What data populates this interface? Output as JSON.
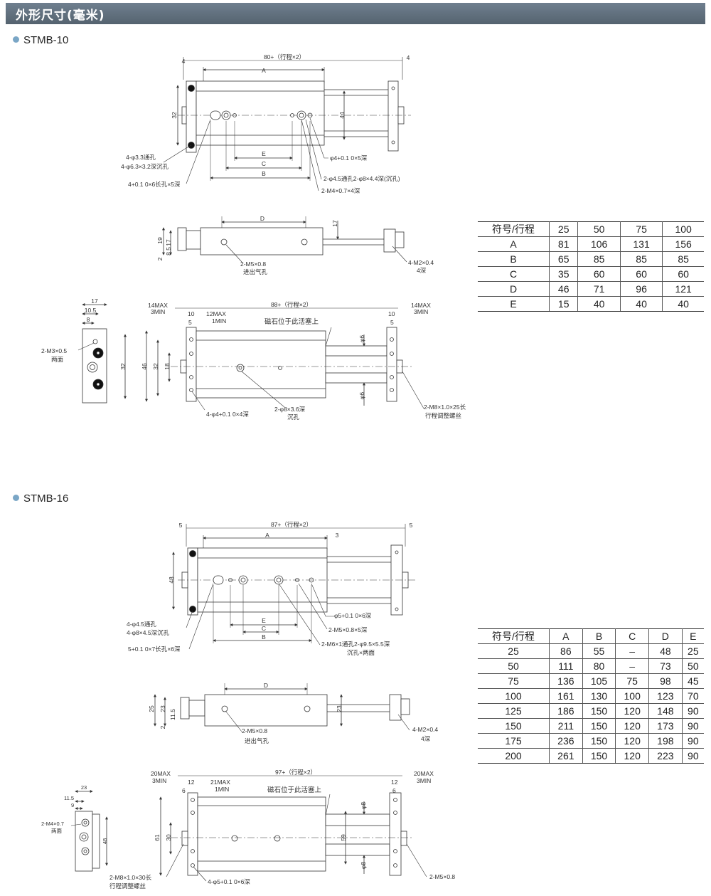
{
  "header": {
    "title": "外形尺寸(毫米)"
  },
  "stmb10": {
    "name": "STMB-10",
    "view1": {
      "dim_total": "80+（行程×2）",
      "dim_left": "4",
      "dim_right": "4",
      "dim_a": "A",
      "dim_32": "32",
      "dim_44": "44",
      "dim_e": "E",
      "dim_c": "C",
      "dim_b": "B",
      "note_hole1": "4-φ3.3通孔",
      "note_hole2": "4-φ6.3×3.2深沉孔",
      "note_slot": "4+0.1 0×6长孔×5深",
      "note_pin": "φ4+0.1 0×5深",
      "note_thru": "2-φ4.5通孔2-φ8×4.4深(沉孔)",
      "note_m4": "2-M4×0.7×4深"
    },
    "view2": {
      "dim_d": "D",
      "dim_17": "17",
      "dim_19": "19",
      "dim_17b": "17",
      "dim_85": "8.5",
      "dim_2": "2",
      "note_port": "2-M5×0.8",
      "note_port2": "进出气孔",
      "note_m2": "4-M2×0.4",
      "note_m2b": "4深"
    },
    "view3": {
      "dim_total": "88+（行程×2）",
      "dim_14max_l": "14MAX",
      "dim_3min_l": "3MIN",
      "dim_10l": "10",
      "dim_12max": "12MAX",
      "dim_1min": "1MIN",
      "dim_5l": "5",
      "dim_10r": "10",
      "dim_5r": "5",
      "dim_14max_r": "14MAX",
      "dim_3min_r": "3MIN",
      "dim_46": "46",
      "dim_32": "32",
      "dim_18": "18",
      "dim_phi6a": "φ6",
      "dim_phi6b": "φ6",
      "note_magnet": "磁石位于此活塞上",
      "note_pin": "4-φ4+0.1 0×4深",
      "note_cb": "2-φ8×3.6深",
      "note_cb2": "沉孔",
      "note_adj": "2-M8×1.0×25长",
      "note_adj2": "行程调整螺丝"
    },
    "side": {
      "dim_17": "17",
      "dim_105": "10.5",
      "dim_8": "8",
      "dim_32": "32",
      "note_m3": "2-M3×0.5",
      "note_both": "两面"
    },
    "table": {
      "header": [
        "符号/行程",
        "25",
        "50",
        "75",
        "100"
      ],
      "rows": [
        [
          "A",
          "81",
          "106",
          "131",
          "156"
        ],
        [
          "B",
          "65",
          "85",
          "85",
          "85"
        ],
        [
          "C",
          "35",
          "60",
          "60",
          "60"
        ],
        [
          "D",
          "46",
          "71",
          "96",
          "121"
        ],
        [
          "E",
          "15",
          "40",
          "40",
          "40"
        ]
      ]
    }
  },
  "stmb16": {
    "name": "STMB-16",
    "view1": {
      "dim_total": "87+（行程×2）",
      "dim_left": "5",
      "dim_right": "5",
      "dim_a": "A",
      "dim_3": "3",
      "dim_48": "48",
      "dim_e": "E",
      "dim_c": "C",
      "dim_b": "B",
      "note_hole1": "4-φ4.5通孔",
      "note_hole2": "4-φ8×4.5深沉孔",
      "note_slot": "5+0.1 0×7长孔×6深",
      "note_pin": "φ5+0.1 0×6深",
      "note_m5": "2-M5×0.8×5深",
      "note_m6": "2-M6×1通孔2-φ9.5×5.5深",
      "note_m6b": "沉孔×两面"
    },
    "view2": {
      "dim_d": "D",
      "dim_25": "25",
      "dim_23": "23",
      "dim_115": "11.5",
      "dim_23r": "23",
      "dim_2": "2",
      "note_port": "2-M5×0.8",
      "note_port2": "进出气孔",
      "note_m2": "4-M2×0.4",
      "note_m2b": "4深"
    },
    "view3": {
      "dim_total": "97+（行程×2）",
      "dim_20max_l": "20MAX",
      "dim_3min_l": "3MIN",
      "dim_12l": "12",
      "dim_6l": "6",
      "dim_21max": "21MAX",
      "dim_1min": "1MIN",
      "dim_12r": "12",
      "dim_6r": "6",
      "dim_20max_r": "20MAX",
      "dim_3min_r": "3MIN",
      "dim_61": "61",
      "dim_30": "30",
      "dim_59": "59",
      "dim_phi8a": "φ8",
      "dim_phi8b": "φ8",
      "note_magnet": "磁石位于此活塞上",
      "note_adj": "2-M8×1.0×30长",
      "note_adj2": "行程调整螺丝",
      "note_pin": "4-φ5+0.1 0×6深",
      "note_m5": "2-M5×0.8"
    },
    "side": {
      "dim_23": "23",
      "dim_115": "11.5",
      "dim_9": "9",
      "dim_48": "48",
      "note_m4": "2-M4×0.7",
      "note_both": "两面"
    },
    "table": {
      "header": [
        "符号/行程",
        "A",
        "B",
        "C",
        "D",
        "E"
      ],
      "rows": [
        [
          "25",
          "86",
          "55",
          "–",
          "48",
          "25"
        ],
        [
          "50",
          "111",
          "80",
          "–",
          "73",
          "50"
        ],
        [
          "75",
          "136",
          "105",
          "75",
          "98",
          "45"
        ],
        [
          "100",
          "161",
          "130",
          "100",
          "123",
          "70"
        ],
        [
          "125",
          "186",
          "150",
          "120",
          "148",
          "90"
        ],
        [
          "150",
          "211",
          "150",
          "120",
          "173",
          "90"
        ],
        [
          "175",
          "236",
          "150",
          "120",
          "198",
          "90"
        ],
        [
          "200",
          "261",
          "150",
          "120",
          "223",
          "90"
        ]
      ]
    }
  }
}
